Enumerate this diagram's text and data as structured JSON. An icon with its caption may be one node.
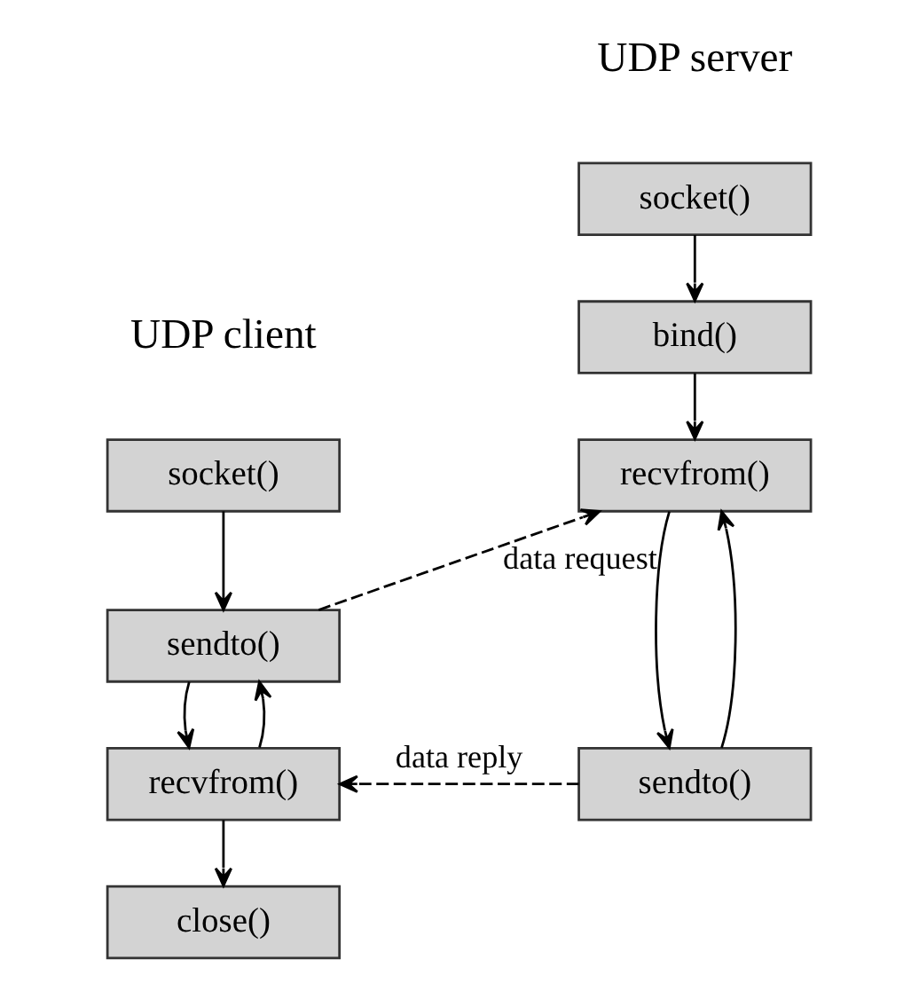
{
  "diagram": {
    "nodes": [
      {
        "text": [
          "socket()"
        ]
      },
      {
        "text": [
          "bind()"
        ]
      },
      {
        "text": [
          "recvfrom()"
        ]
      },
      {
        "text": [
          "sendto()"
        ]
      },
      {
        "text": [
          "socket()"
        ]
      },
      {
        "text": [
          "sendto()"
        ]
      },
      {
        "text": [
          "recvfrom()"
        ]
      },
      {
        "text": [
          "close()"
        ]
      }
    ],
    "edges": [
      {
        "from": 0,
        "to": 1,
        "arrow": "to"
      },
      {
        "from": 1,
        "to": 2,
        "arrow": "to"
      },
      {
        "from": 2,
        "to": 3,
        "arrow": "to"
      },
      {
        "from": 3,
        "to": 2,
        "arrow": "to"
      },
      {
        "from": 4,
        "to": 5,
        "arrow": "to"
      },
      {
        "from": 5,
        "to": 6,
        "arrow": "to"
      },
      {
        "from": 6,
        "to": 5,
        "arrow": "to"
      },
      {
        "from": 6,
        "to": 7,
        "arrow": "to"
      },
      {
        "from": 5,
        "to": 2,
        "arrow": "to",
        "label": "data request",
        "style": "dashed"
      },
      {
        "from": 3,
        "to": 6,
        "arrow": "to",
        "label": "data reply",
        "style": "dashed"
      }
    ],
    "labels": [
      "UDP server",
      "UDP client"
    ]
  }
}
